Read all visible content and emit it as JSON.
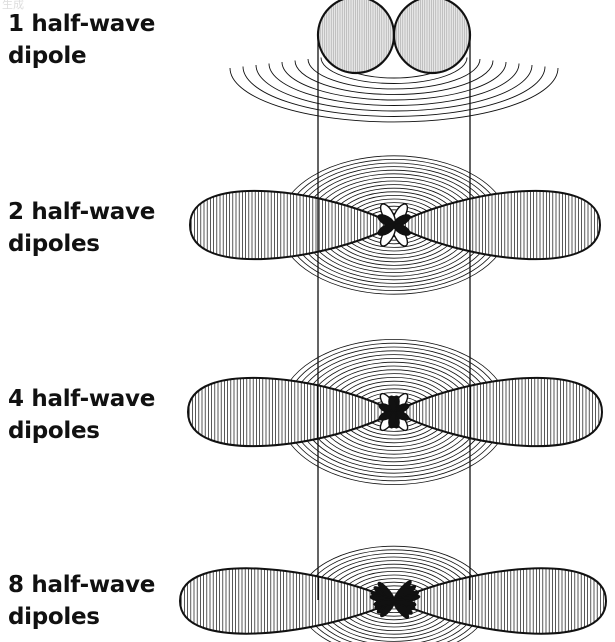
{
  "watermark": "生成",
  "rows": [
    {
      "line1": "1 half-wave",
      "line2": "dipole",
      "dipole_count": 1
    },
    {
      "line1": "2 half-wave",
      "line2": "dipoles",
      "dipole_count": 2
    },
    {
      "line1": "4 half-wave",
      "line2": "dipoles",
      "dipole_count": 4
    },
    {
      "line1": "8 half-wave",
      "line2": "dipoles",
      "dipole_count": 8
    }
  ],
  "colors": {
    "stroke": "#111111",
    "fill_top": "#e6e6e6",
    "background": "#ffffff"
  }
}
